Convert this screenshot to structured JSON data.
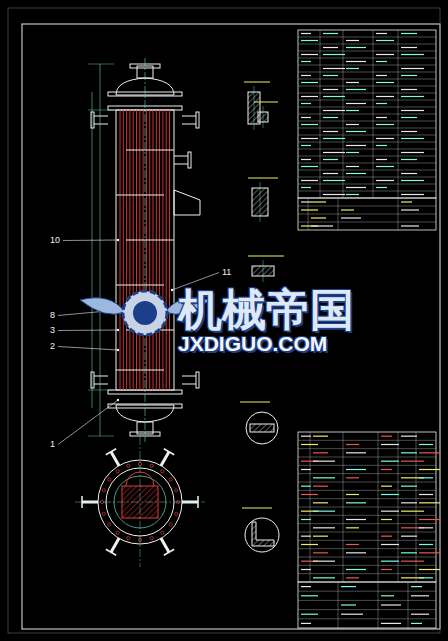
{
  "diagram": {
    "labels": [
      "10",
      "8",
      "3",
      "2",
      "1",
      "11",
      "机械帝国",
      "JXDIGUO.COM"
    ]
  }
}
